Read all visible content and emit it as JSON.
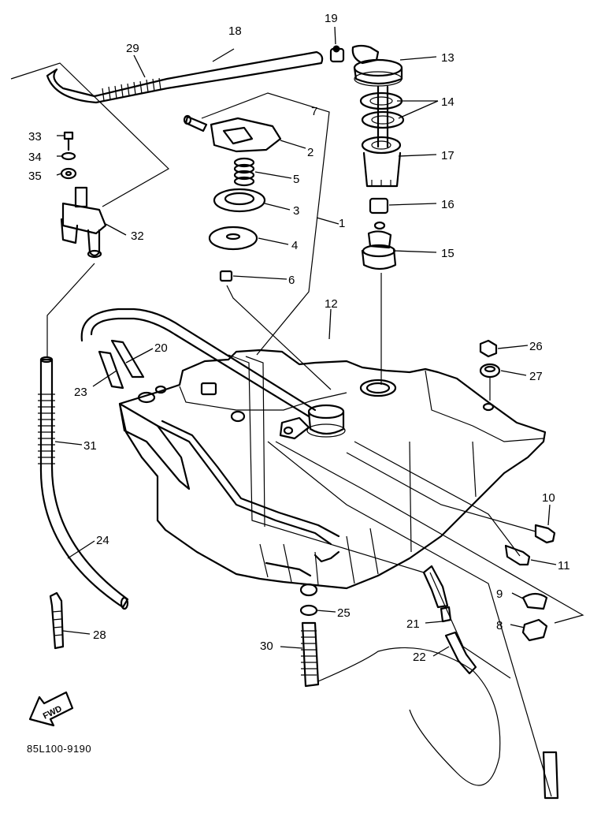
{
  "diagram_code": "85L100-9190",
  "fwd_label": "FWD",
  "callouts": {
    "c1": "1",
    "c2": "2",
    "c3": "3",
    "c4": "4",
    "c5": "5",
    "c6": "6",
    "c7": "7",
    "c8": "8",
    "c9": "9",
    "c10": "10",
    "c11": "11",
    "c12": "12",
    "c13": "13",
    "c14": "14",
    "c15": "15",
    "c16": "16",
    "c17": "17",
    "c18": "18",
    "c19": "19",
    "c20": "20",
    "c21": "21",
    "c22": "22",
    "c23": "23",
    "c24": "24",
    "c25": "25",
    "c26": "26",
    "c27": "27",
    "c28": "28",
    "c29": "29",
    "c30": "30",
    "c31": "31",
    "c32": "32",
    "c33": "33",
    "c34": "34",
    "c35": "35"
  }
}
